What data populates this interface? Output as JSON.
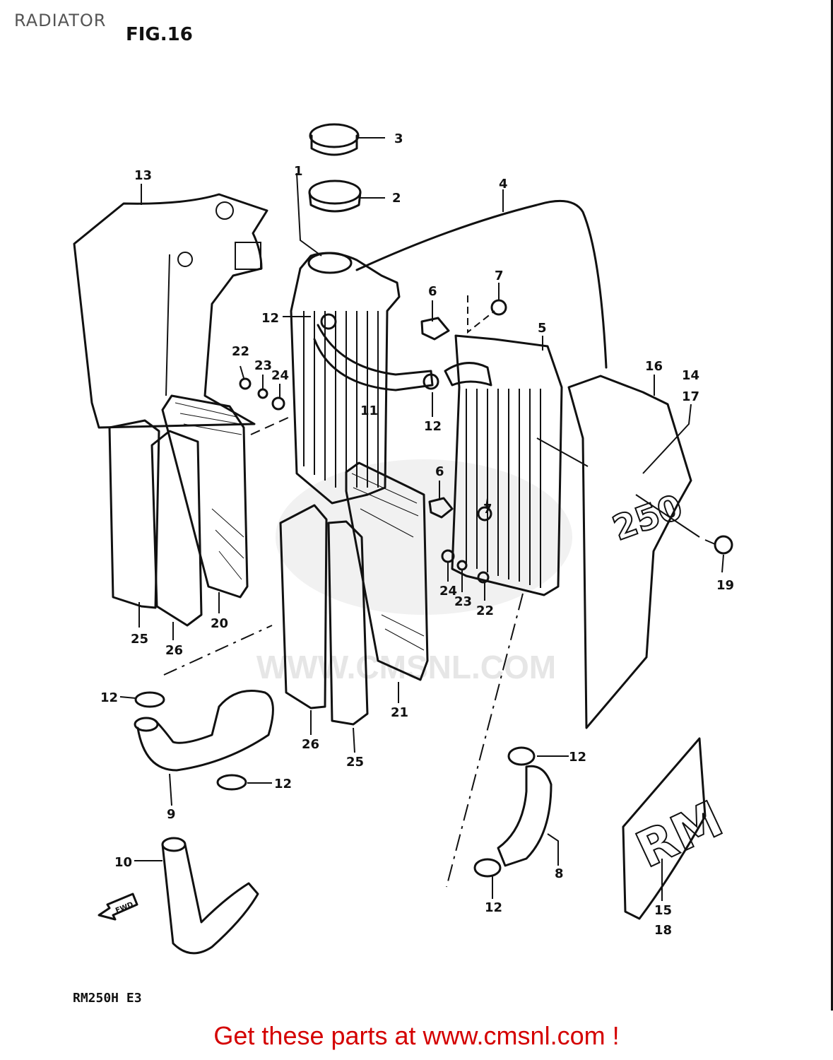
{
  "header": {
    "section_title": "RADIATOR",
    "figure_label": "FIG.16",
    "model_code": "RM250H E3"
  },
  "watermark": {
    "text": "WWW.CMSNL.COM"
  },
  "arrow": {
    "label": "FWD"
  },
  "footer": {
    "text": "Get these parts at www.cmsnl.com !"
  },
  "decal_text": {
    "shroud": "250",
    "decal_letters": "RM"
  },
  "callouts": {
    "c1": "1",
    "c2": "2",
    "c3": "3",
    "c4": "4",
    "c5": "5",
    "c6a": "6",
    "c6b": "6",
    "c7a": "7",
    "c7b": "7",
    "c8": "8",
    "c9": "9",
    "c10": "10",
    "c11": "11",
    "c12a": "12",
    "c12b": "12",
    "c12c": "12",
    "c12d": "12",
    "c12e": "12",
    "c12f": "12",
    "c13": "13",
    "c14": "14",
    "c15": "15",
    "c16": "16",
    "c17": "17",
    "c18": "18",
    "c19": "19",
    "c20": "20",
    "c21": "21",
    "c22a": "22",
    "c22b": "22",
    "c23a": "23",
    "c23b": "23",
    "c24a": "24",
    "c24b": "24",
    "c25a": "25",
    "c25b": "25",
    "c26a": "26",
    "c26b": "26"
  }
}
